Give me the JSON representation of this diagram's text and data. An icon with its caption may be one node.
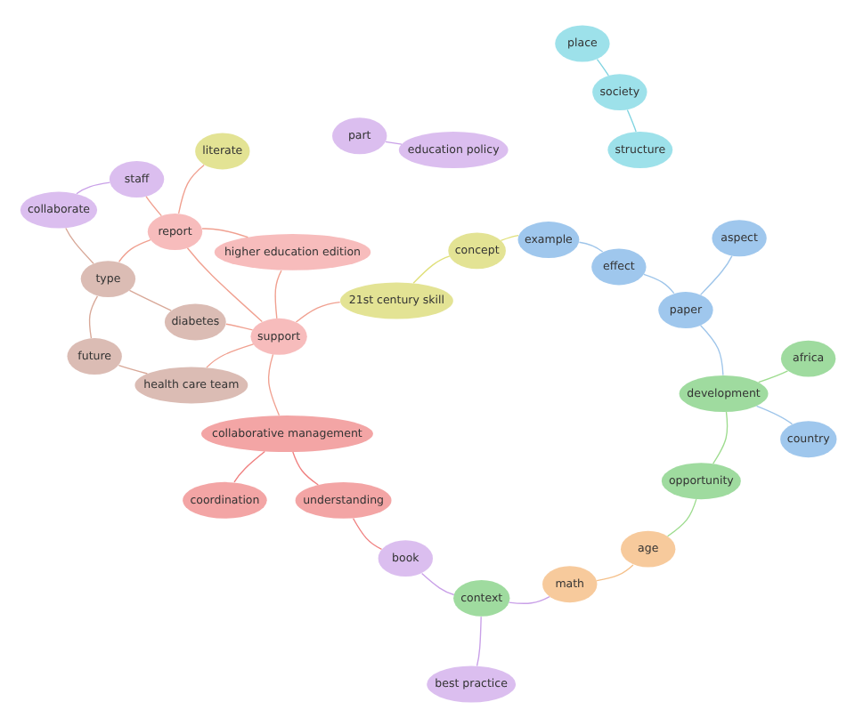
{
  "diagram": {
    "nodes": [
      {
        "text": [
          "coordination"
        ]
      },
      {
        "text": [
          "collaborative management"
        ]
      },
      {
        "text": [
          "understanding"
        ]
      },
      {
        "text": [
          "book"
        ]
      },
      {
        "text": [
          "place"
        ]
      },
      {
        "text": [
          "society"
        ]
      },
      {
        "text": [
          "math"
        ]
      },
      {
        "text": [
          "context"
        ]
      },
      {
        "text": [
          "structure"
        ]
      },
      {
        "text": [
          "future"
        ]
      },
      {
        "text": [
          "age"
        ]
      },
      {
        "text": [
          "opportunity"
        ]
      },
      {
        "text": [
          "best practice"
        ]
      },
      {
        "text": [
          "type"
        ]
      },
      {
        "text": [
          "country"
        ]
      },
      {
        "text": [
          "africa"
        ]
      },
      {
        "text": [
          "part"
        ]
      },
      {
        "text": [
          "education policy"
        ]
      },
      {
        "text": [
          "development"
        ]
      },
      {
        "text": [
          "collaborate"
        ]
      },
      {
        "text": [
          "diabetes"
        ]
      },
      {
        "text": [
          "aspect"
        ]
      },
      {
        "text": [
          "paper"
        ]
      },
      {
        "text": [
          "staff"
        ]
      },
      {
        "text": [
          "health care team"
        ]
      },
      {
        "text": [
          "literate"
        ]
      },
      {
        "text": [
          "effect"
        ]
      },
      {
        "text": [
          "example"
        ]
      },
      {
        "text": [
          "report"
        ]
      },
      {
        "text": [
          "concept"
        ]
      },
      {
        "text": [
          "support"
        ]
      },
      {
        "text": [
          "21st century skill"
        ]
      },
      {
        "text": [
          "higher education edition"
        ]
      }
    ],
    "edges": [
      {
        "from": 0,
        "to": 1,
        "arrow": "none",
        "color": "#f08080"
      },
      {
        "from": 1,
        "to": 2,
        "arrow": "none",
        "color": "#f08080"
      },
      {
        "from": 2,
        "to": 3,
        "arrow": "none",
        "color": "#f08080"
      },
      {
        "from": 1,
        "to": 30,
        "arrow": "none",
        "color": "#f0a090"
      },
      {
        "from": 4,
        "to": 5,
        "arrow": "none",
        "color": "#7fd3e0"
      },
      {
        "from": 5,
        "to": 8,
        "arrow": "none",
        "color": "#7fd3e0"
      },
      {
        "from": 3,
        "to": 7,
        "arrow": "none",
        "color": "#c9a0e8"
      },
      {
        "from": 6,
        "to": 7,
        "arrow": "none",
        "color": "#c9a0e8"
      },
      {
        "from": 10,
        "to": 6,
        "arrow": "none",
        "color": "#f5c08a"
      },
      {
        "from": 10,
        "to": 11,
        "arrow": "none",
        "color": "#9edc8f"
      },
      {
        "from": 7,
        "to": 12,
        "arrow": "none",
        "color": "#c9a0e8"
      },
      {
        "from": 9,
        "to": 13,
        "arrow": "none",
        "color": "#d8a898"
      },
      {
        "from": 9,
        "to": 24,
        "arrow": "none",
        "color": "#d8a898"
      },
      {
        "from": 11,
        "to": 18,
        "arrow": "none",
        "color": "#9edc8f"
      },
      {
        "from": 14,
        "to": 18,
        "arrow": "none",
        "color": "#9ec5ea"
      },
      {
        "from": 15,
        "to": 18,
        "arrow": "none",
        "color": "#9edc8f"
      },
      {
        "from": 16,
        "to": 17,
        "arrow": "none",
        "color": "#c9a0e8"
      },
      {
        "from": 13,
        "to": 19,
        "arrow": "none",
        "color": "#d8a898"
      },
      {
        "from": 13,
        "to": 20,
        "arrow": "none",
        "color": "#d8a898"
      },
      {
        "from": 19,
        "to": 23,
        "arrow": "none",
        "color": "#c9a0e8"
      },
      {
        "from": 21,
        "to": 22,
        "arrow": "none",
        "color": "#9ec5ea"
      },
      {
        "from": 18,
        "to": 22,
        "arrow": "none",
        "color": "#9ec5ea"
      },
      {
        "from": 22,
        "to": 26,
        "arrow": "none",
        "color": "#9ec5ea"
      },
      {
        "from": 26,
        "to": 27,
        "arrow": "none",
        "color": "#9ec5ea"
      },
      {
        "from": 27,
        "to": 29,
        "arrow": "none",
        "color": "#e0e07a"
      },
      {
        "from": 29,
        "to": 31,
        "arrow": "none",
        "color": "#e0e07a"
      },
      {
        "from": 25,
        "to": 28,
        "arrow": "none",
        "color": "#f0a090"
      },
      {
        "from": 23,
        "to": 28,
        "arrow": "none",
        "color": "#f0a090"
      },
      {
        "from": 28,
        "to": 30,
        "arrow": "none",
        "color": "#f0a090"
      },
      {
        "from": 31,
        "to": 30,
        "arrow": "none",
        "color": "#f0a090"
      },
      {
        "from": 13,
        "to": 28,
        "arrow": "none",
        "color": "#f0a090"
      },
      {
        "from": 20,
        "to": 30,
        "arrow": "none",
        "color": "#f0a090"
      },
      {
        "from": 24,
        "to": 30,
        "arrow": "none",
        "color": "#f0a090"
      },
      {
        "from": 28,
        "to": 32,
        "arrow": "none",
        "color": "#f0a090"
      },
      {
        "from": 30,
        "to": 32,
        "arrow": "none",
        "color": "#f0a090"
      }
    ]
  }
}
